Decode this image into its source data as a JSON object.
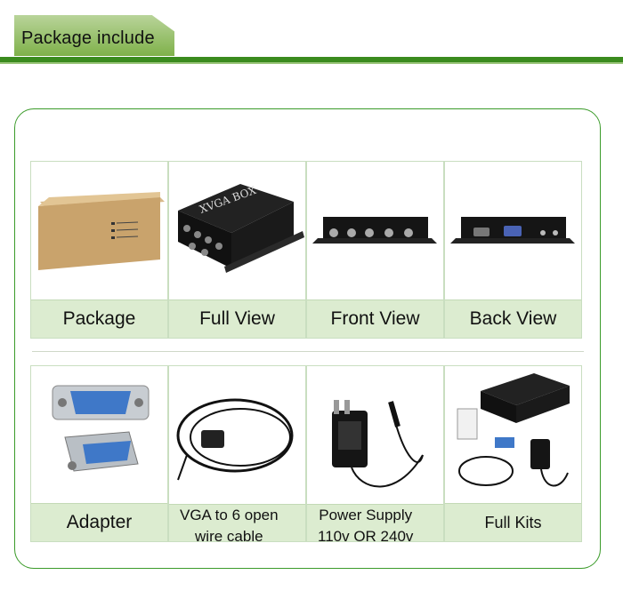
{
  "header": {
    "title": "Package include"
  },
  "items": [
    {
      "label": "Package"
    },
    {
      "label": "Full View"
    },
    {
      "label": "Front View"
    },
    {
      "label": "Back View"
    },
    {
      "label": "Adapter"
    },
    {
      "label_line1": "VGA to 6 open",
      "label_line2": "wire cable"
    },
    {
      "label_line1": "Power Supply",
      "label_line2": "110v OR 240v"
    },
    {
      "label": "Full Kits"
    }
  ],
  "product": {
    "brand_text": "XVGA BOX"
  },
  "colors": {
    "accent": "#3a8b1e",
    "tab_top": "#b9d49a",
    "caption_bg": "#dcecd0"
  }
}
